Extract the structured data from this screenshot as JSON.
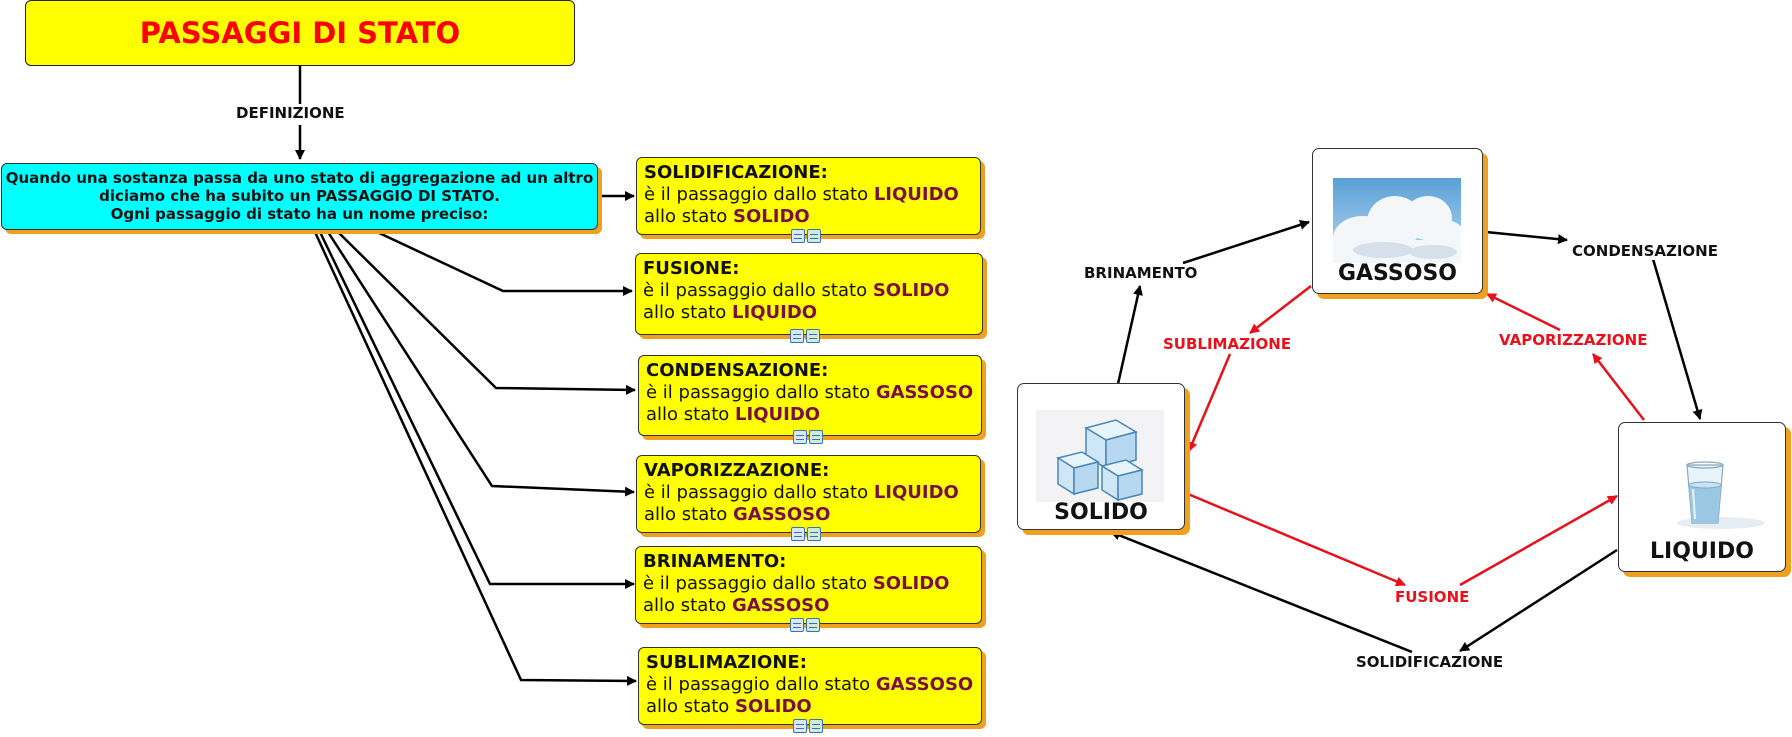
{
  "title": "PASSAGGI DI STATO",
  "definition_label": "DEFINIZIONE",
  "intro": {
    "line1": "Quando una sostanza passa da uno stato di aggregazione ad un altro",
    "line2": "diciamo che ha subito un PASSAGGIO DI STATO.",
    "line3": "Ogni passaggio di stato ha un nome preciso:"
  },
  "cards": [
    {
      "title": "SOLIDIFICAZIONE:",
      "text": "è il passaggio dallo stato ",
      "from": "LIQUIDO",
      "to_prefix": "allo stato ",
      "to": "SOLIDO"
    },
    {
      "title": "FUSIONE:",
      "text": "è il passaggio dallo stato ",
      "from": "SOLIDO",
      "to_prefix": "allo stato ",
      "to": "LIQUIDO"
    },
    {
      "title": "CONDENSAZIONE:",
      "text": "è il passaggio dallo stato ",
      "from": "GASSOSO",
      "to_prefix": "allo stato ",
      "to": "LIQUIDO"
    },
    {
      "title": "VAPORIZZAZIONE:",
      "text": "è il passaggio dallo stato ",
      "from": "LIQUIDO",
      "to_prefix": "allo stato ",
      "to": "GASSOSO"
    },
    {
      "title": "BRINAMENTO:",
      "text": "è il passaggio dallo stato ",
      "from": "SOLIDO",
      "to_prefix": "allo stato ",
      "to": "GASSOSO"
    },
    {
      "title": "SUBLIMAZIONE:",
      "text": "è il passaggio dallo stato ",
      "from": "GASSOSO",
      "to_prefix": "allo stato ",
      "to": "SOLIDO"
    }
  ],
  "states": {
    "gassoso": "GASSOSO",
    "solido": "SOLIDO",
    "liquido": "LIQUIDO"
  },
  "transitions": {
    "brinamento": "BRINAMENTO",
    "condensazione": "CONDENSAZIONE",
    "sublimazione": "SUBLIMAZIONE",
    "vaporizzazione": "VAPORIZZAZIONE",
    "fusione": "FUSIONE",
    "solidificazione": "SOLIDIFICAZIONE"
  },
  "colors": {
    "title_text": "#ff0000",
    "card_bg": "#ffff00",
    "intro_bg": "#00ffff",
    "keyword": "#7a1040",
    "red_arrow": "#e8101a",
    "shadow": "#f0a020"
  }
}
